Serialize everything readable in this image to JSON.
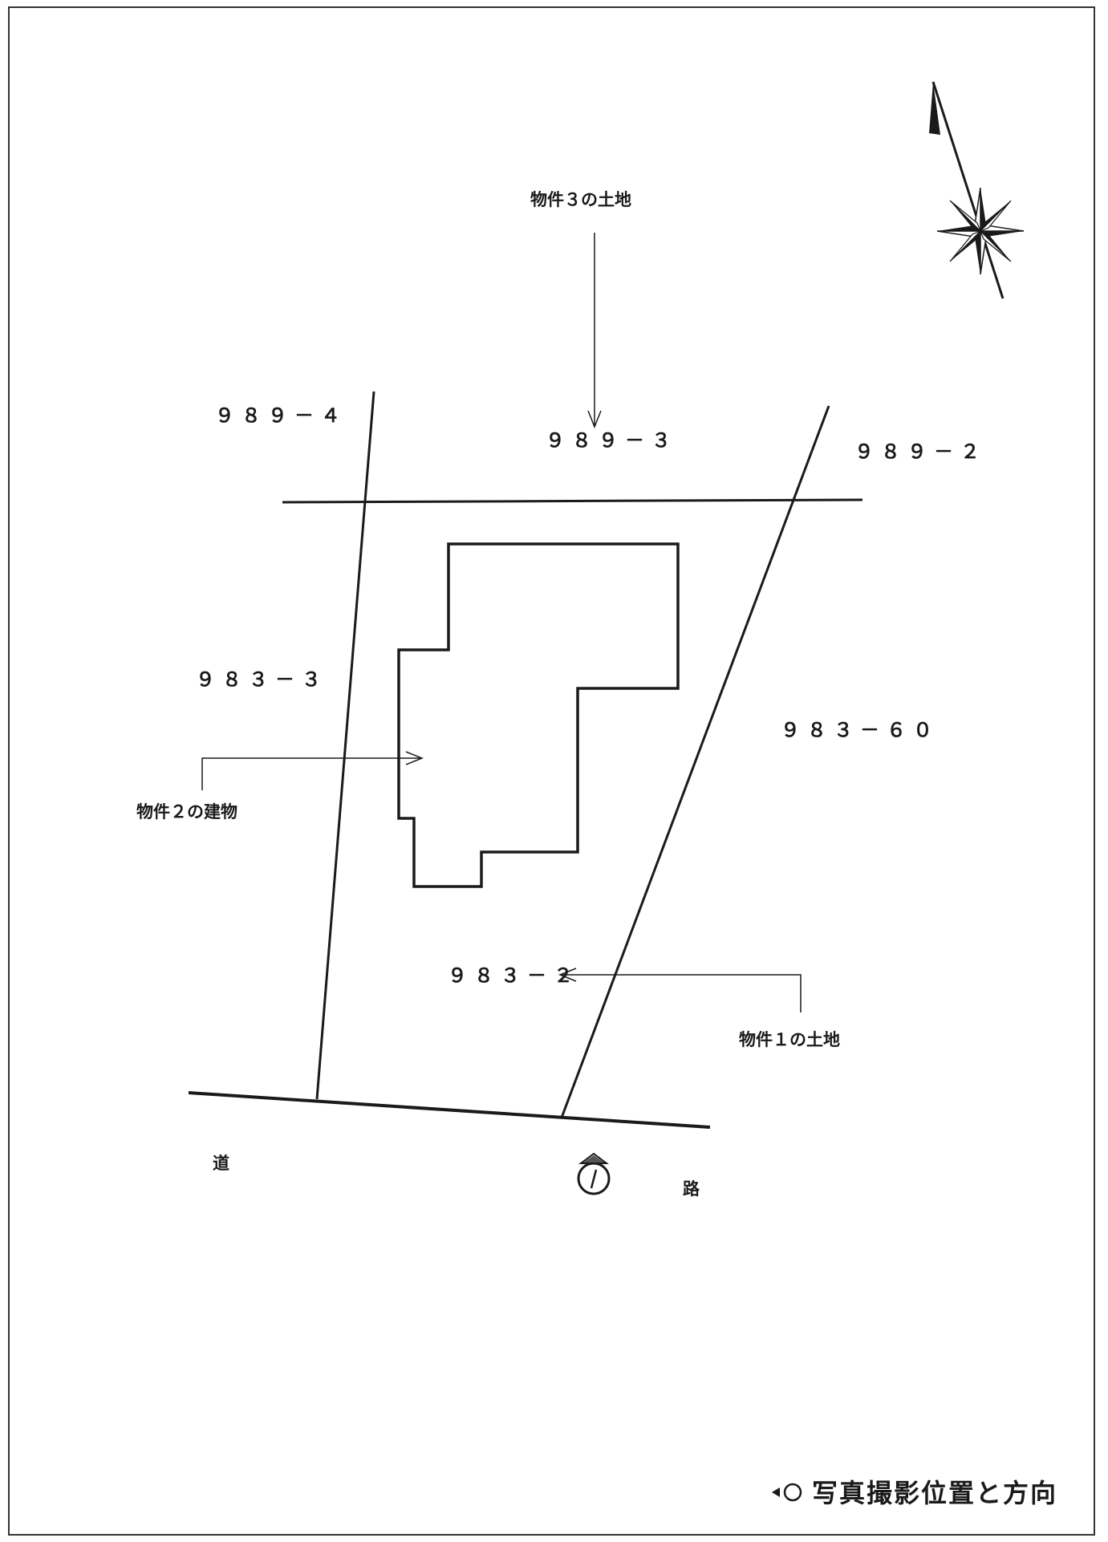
{
  "labels": {
    "property3_land": "物件３の土地",
    "property2_building": "物件２の建物",
    "property1_land": "物件１の土地",
    "road_left": "道",
    "road_right": "路"
  },
  "lots": {
    "lot_989_4": "９８９－４",
    "lot_989_3": "９８９－３",
    "lot_989_2": "９８９－２",
    "lot_983_3": "９８３－３",
    "lot_983_60": "９８３－６０",
    "lot_983_2": "９８３－２"
  },
  "legend": {
    "text": "写真撮影位置と方向"
  },
  "icons": {
    "north_arrow": "compass-north-arrow-icon",
    "camera_position": "photo-position-direction-icon"
  },
  "colors": {
    "ink": "#1a1a1a",
    "paper": "#ffffff"
  }
}
